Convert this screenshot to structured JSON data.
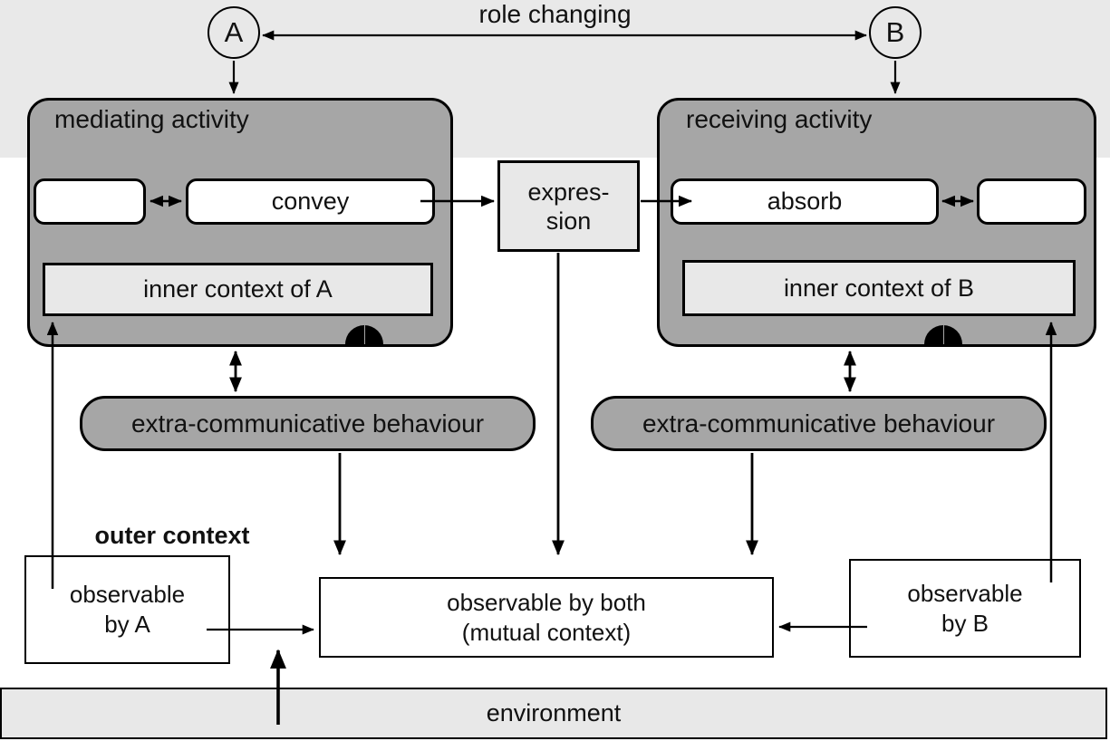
{
  "diagram": {
    "role_a": "A",
    "role_b": "B",
    "role_changing": "role changing",
    "mediating_activity": "mediating activity",
    "receiving_activity": "receiving activity",
    "convey": "convey",
    "absorb": "absorb",
    "expression": [
      "expres-",
      "sion"
    ],
    "inner_context_a": "inner context of A",
    "inner_context_b": "inner context of B",
    "extra_communicative": "extra-communicative behaviour",
    "outer_context": "outer context",
    "observable_a": [
      "observable",
      "by A"
    ],
    "observable_both": [
      "observable by both",
      "(mutual context)"
    ],
    "observable_b": [
      "observable",
      "by B"
    ],
    "environment": "environment"
  },
  "colors": {
    "dark-gray": "#a6a6a6",
    "light-gray": "#e8e8e8",
    "band-gray": "#e9e9e9",
    "line-black": "#000000"
  }
}
